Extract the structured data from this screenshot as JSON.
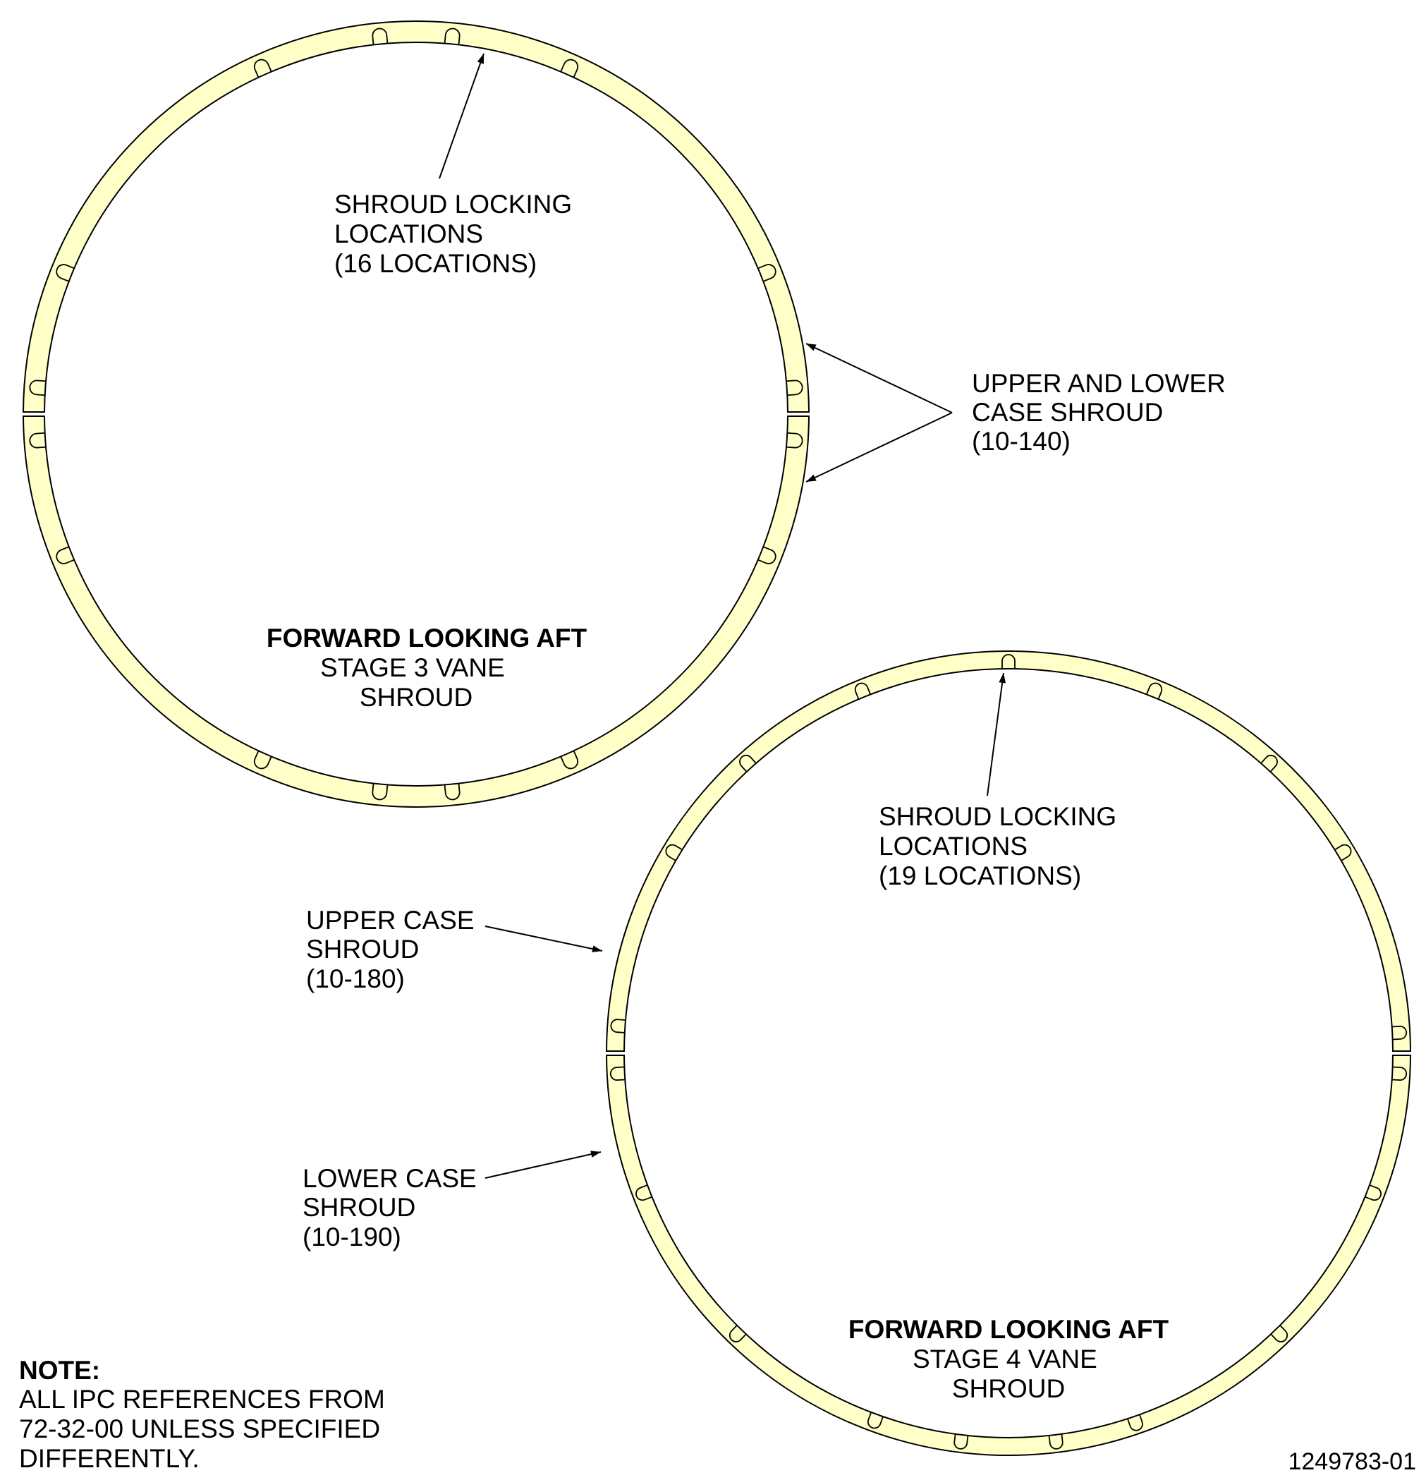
{
  "colors": {
    "shroud_fill": "#ffffc8",
    "line": "#000000",
    "background": "#ffffff"
  },
  "stage3": {
    "locking_label": [
      "SHROUD LOCKING",
      "LOCATIONS",
      "(16 LOCATIONS)"
    ],
    "case_label": [
      "UPPER AND LOWER",
      "CASE SHROUD",
      "(10-140)"
    ],
    "view_title": "FORWARD LOOKING AFT",
    "view_subtitle": [
      "STAGE 3 VANE",
      "SHROUD"
    ],
    "locking_count": 16
  },
  "stage4": {
    "locking_label": [
      "SHROUD LOCKING",
      "LOCATIONS",
      "(19 LOCATIONS)"
    ],
    "upper_label": [
      "UPPER CASE",
      "SHROUD",
      "(10-180)"
    ],
    "lower_label": [
      "LOWER CASE",
      "SHROUD",
      "(10-190)"
    ],
    "view_title": "FORWARD LOOKING AFT",
    "view_subtitle": [
      "STAGE 4 VANE",
      "SHROUD"
    ],
    "locking_count": 19
  },
  "note": {
    "heading": "NOTE:",
    "lines": [
      "ALL IPC REFERENCES FROM",
      "72-32-00 UNLESS SPECIFIED",
      "DIFFERENTLY."
    ]
  },
  "figure_id": "1249783-01"
}
